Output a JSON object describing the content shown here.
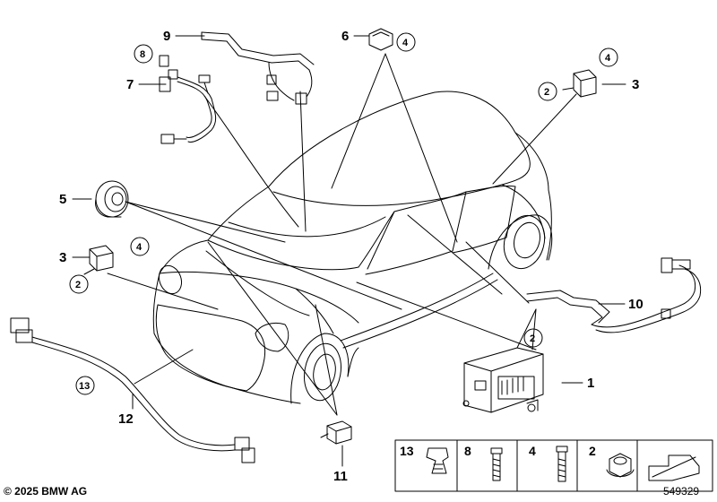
{
  "callouts": {
    "n1": "1",
    "n2": "2",
    "n3": "3",
    "n4": "4",
    "n5": "5",
    "n6": "6",
    "n7": "7",
    "n8": "8",
    "n9": "9",
    "n10": "10",
    "n11": "11",
    "n12": "12",
    "n13": "13"
  },
  "legend": [
    "13",
    "8",
    "4",
    "2"
  ],
  "footer": {
    "copyright": "© 2025 BMW AG",
    "diagram_id": "549329"
  }
}
